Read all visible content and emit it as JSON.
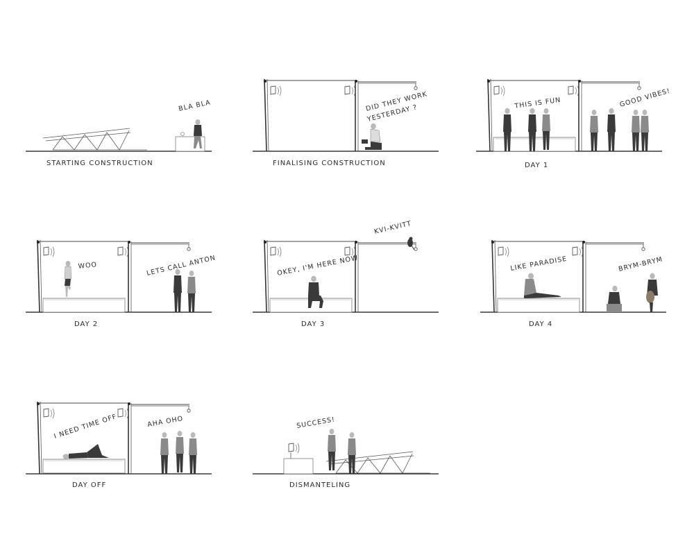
{
  "panels": [
    {
      "label": "STARTING CONSTRUCTION",
      "speech": [
        "BLA BLA"
      ]
    },
    {
      "label": "FINALISING CONSTRUCTION",
      "speech": [
        "DID THEY WORK",
        "YESTERDAY ?"
      ]
    },
    {
      "label": "DAY 1",
      "speech": [
        "THIS IS FUN",
        "GOOD VIBES!"
      ]
    },
    {
      "label": "DAY 2",
      "speech": [
        "WOO",
        "LETS CALL ANTON"
      ]
    },
    {
      "label": "DAY 3",
      "speech": [
        "OKEY, I'M HERE NOW",
        "KVI-KVITT"
      ]
    },
    {
      "label": "DAY 4",
      "speech": [
        "LIKE PARADISE",
        "BRYM-BRYM"
      ]
    },
    {
      "label": "DAY OFF",
      "speech": [
        "I NEED TIME OFF",
        "AHA OHO"
      ]
    },
    {
      "label": "DISMANTELING",
      "speech": [
        "SUCCESS!"
      ]
    }
  ]
}
